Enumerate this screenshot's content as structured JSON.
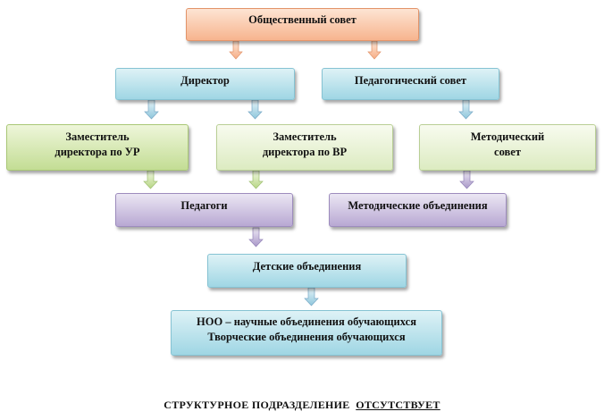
{
  "nodes": {
    "council": {
      "lines": [
        "Общественный совет"
      ]
    },
    "director": {
      "lines": [
        "Директор"
      ]
    },
    "pedsov": {
      "lines": [
        "Педагогический совет"
      ]
    },
    "dep_ur": {
      "lines": [
        "Заместитель",
        "директора по УР"
      ]
    },
    "dep_vr": {
      "lines": [
        "Заместитель",
        "директора по ВР"
      ]
    },
    "metsov": {
      "lines": [
        "Методический",
        "совет"
      ]
    },
    "teachers": {
      "lines": [
        "Педагоги"
      ]
    },
    "metassoc": {
      "lines": [
        "Методические объединения"
      ]
    },
    "kids": {
      "lines": [
        "Детские объединения"
      ]
    },
    "noo": {
      "lines": [
        "НОО – научные объединения обучающихся",
        "Творческие объединения обучающихся"
      ]
    }
  },
  "footer": {
    "prefix": "СТРУКТУРНОЕ ПОДРАЗДЕЛЕНИЕ",
    "emphasis": "ОТСУТСТВУЕТ"
  },
  "colors": {
    "orange": "#f7b48e",
    "blue": "#9fd6e4",
    "green": "#c3dd94",
    "purple": "#b8a8d3"
  }
}
